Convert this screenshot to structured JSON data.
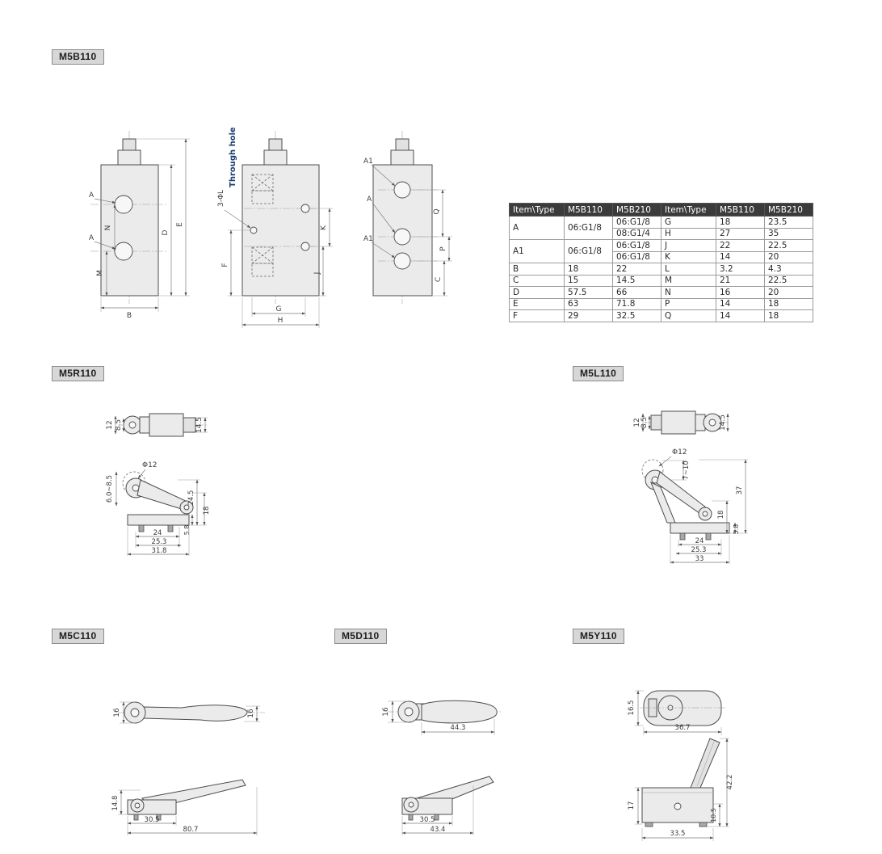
{
  "sections": {
    "b110": {
      "label": "M5B110",
      "through_hole": "Through hole",
      "hole_note": "3-ΦL",
      "front": {
        "port_top": "A",
        "port_bottom": "A",
        "dim_B": "B",
        "dim_N": "N",
        "dim_M": "M",
        "dim_D": "D",
        "dim_E": "E"
      },
      "side": {
        "dim_F": "F",
        "dim_G": "G",
        "dim_H": "H",
        "dim_K": "K",
        "dim_J": "J"
      },
      "back": {
        "port_a1_top": "A1",
        "port_a": "A",
        "port_a1_bottom": "A1",
        "dim_Q": "Q",
        "dim_P": "P",
        "dim_C": "C"
      }
    },
    "r110": {
      "label": "M5R110",
      "top": {
        "d12": "12",
        "d85": "8.5",
        "d145": "14.5"
      },
      "side": {
        "phi": "Φ12",
        "range": "6.0~8.5",
        "d245": "24.5",
        "d18": "18",
        "d58": "5.8",
        "d24": "24",
        "d253": "25.3",
        "d318": "31.8"
      }
    },
    "l110": {
      "label": "M5L110",
      "top": {
        "d12": "12",
        "d85": "8.5",
        "d145": "14.5"
      },
      "side": {
        "phi": "Φ12",
        "range": "7~10",
        "d37": "37",
        "d18": "18",
        "d58": "5.8",
        "d24": "24",
        "d253": "25.3",
        "d33": "33"
      }
    },
    "c110": {
      "label": "M5C110",
      "top": {
        "left16": "16",
        "right16": "16"
      },
      "side": {
        "d148": "14.8",
        "d305": "30.5",
        "d807": "80.7"
      }
    },
    "d110": {
      "label": "M5D110",
      "top": {
        "d16": "16",
        "d443": "44.3"
      },
      "side": {
        "d305": "30.5",
        "d434": "43.4"
      }
    },
    "y110": {
      "label": "M5Y110",
      "top": {
        "d165": "16.5",
        "d367": "36.7"
      },
      "side": {
        "d422": "42.2",
        "d17": "17",
        "d105": "10.5",
        "d335": "33.5"
      }
    }
  },
  "table": {
    "h": [
      "Item\\Type",
      "M5B110",
      "M5B210",
      "Item\\Type",
      "M5B110",
      "M5B210"
    ],
    "rowA": {
      "item": "A",
      "b110": "06:G1/8",
      "b210_1": "06:G1/8",
      "b210_2": "08:G1/4"
    },
    "rowA1": {
      "item": "A1",
      "b110": "06:G1/8",
      "b210_1": "06:G1/8",
      "b210_2": "06:G1/8"
    },
    "rowG": {
      "item": "G",
      "b110": "18",
      "b210": "23.5"
    },
    "rowH": {
      "item": "H",
      "b110": "27",
      "b210": "35"
    },
    "rowJ": {
      "item": "J",
      "b110": "22",
      "b210": "22.5"
    },
    "rowK": {
      "item": "K",
      "b110": "14",
      "b210": "20"
    },
    "rows": [
      {
        "c0": "B",
        "c1": "18",
        "c2": "22",
        "c3": "L",
        "c4": "3.2",
        "c5": "4.3"
      },
      {
        "c0": "C",
        "c1": "15",
        "c2": "14.5",
        "c3": "M",
        "c4": "21",
        "c5": "22.5"
      },
      {
        "c0": "D",
        "c1": "57.5",
        "c2": "66",
        "c3": "N",
        "c4": "16",
        "c5": "20"
      },
      {
        "c0": "E",
        "c1": "63",
        "c2": "71.8",
        "c3": "P",
        "c4": "14",
        "c5": "18"
      },
      {
        "c0": "F",
        "c1": "29",
        "c2": "32.5",
        "c3": "Q",
        "c4": "14",
        "c5": "18"
      }
    ]
  }
}
